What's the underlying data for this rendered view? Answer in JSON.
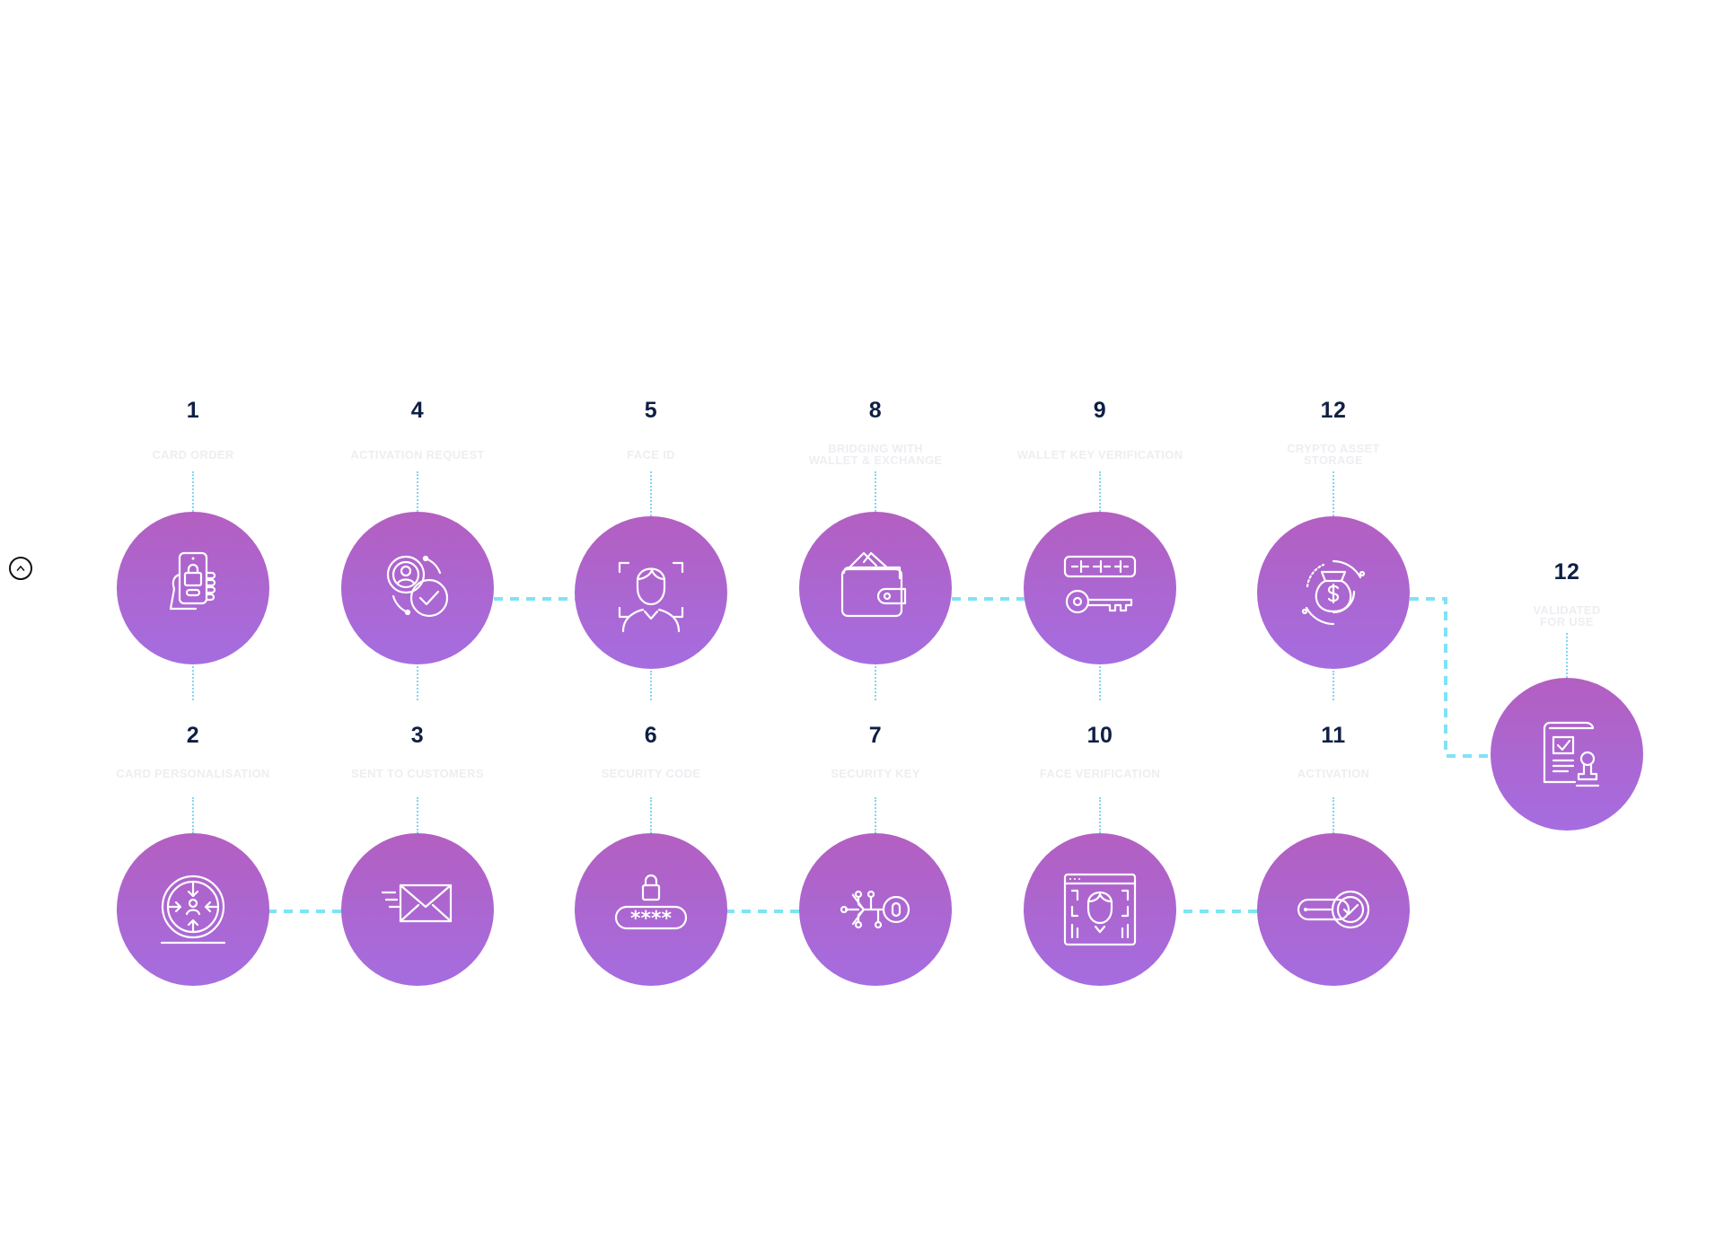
{
  "steps": [
    {
      "id": "s1",
      "number": "1",
      "label": "CARD ORDER",
      "icon": "phone-shopping-icon"
    },
    {
      "id": "s4",
      "number": "4",
      "label": "ACTIVATION REQUEST",
      "icon": "user-check-icon"
    },
    {
      "id": "s5",
      "number": "5",
      "label": "FACE ID",
      "icon": "face-scan-icon"
    },
    {
      "id": "s8",
      "number": "8",
      "label": "BRIDGING WITH\nWALLET & EXCHANGE",
      "icon": "wallet-icon"
    },
    {
      "id": "s9",
      "number": "9",
      "label": "WALLET KEY VERIFICATION",
      "icon": "key-password-icon"
    },
    {
      "id": "s12a",
      "number": "12",
      "label": "CRYPTO ASSET\nSTORAGE",
      "icon": "money-bag-cycle-icon"
    },
    {
      "id": "s12b",
      "number": "12",
      "label": "VALIDATED\nFOR USE",
      "icon": "stamped-document-icon"
    },
    {
      "id": "s2",
      "number": "2",
      "label": "CARD PERSONALISATION",
      "icon": "user-target-icon"
    },
    {
      "id": "s3",
      "number": "3",
      "label": "SENT TO CUSTOMERS",
      "icon": "fast-mail-icon"
    },
    {
      "id": "s6",
      "number": "6",
      "label": "SECURITY CODE",
      "icon": "lock-pin-icon"
    },
    {
      "id": "s7",
      "number": "7",
      "label": "SECURITY KEY",
      "icon": "digital-key-icon"
    },
    {
      "id": "s10",
      "number": "10",
      "label": "FACE VERIFICATION",
      "icon": "face-recognition-icon"
    },
    {
      "id": "s11",
      "number": "11",
      "label": "ACTIVATION",
      "icon": "toggle-check-icon"
    }
  ],
  "colors": {
    "circle_top": "#b35fc1",
    "circle_bottom": "#a56de0",
    "connector": "#7fe3f5",
    "number": "#0f1f44",
    "label": "#edeef1"
  },
  "controls": {
    "scroll_up_icon": "chevron-up-icon"
  }
}
